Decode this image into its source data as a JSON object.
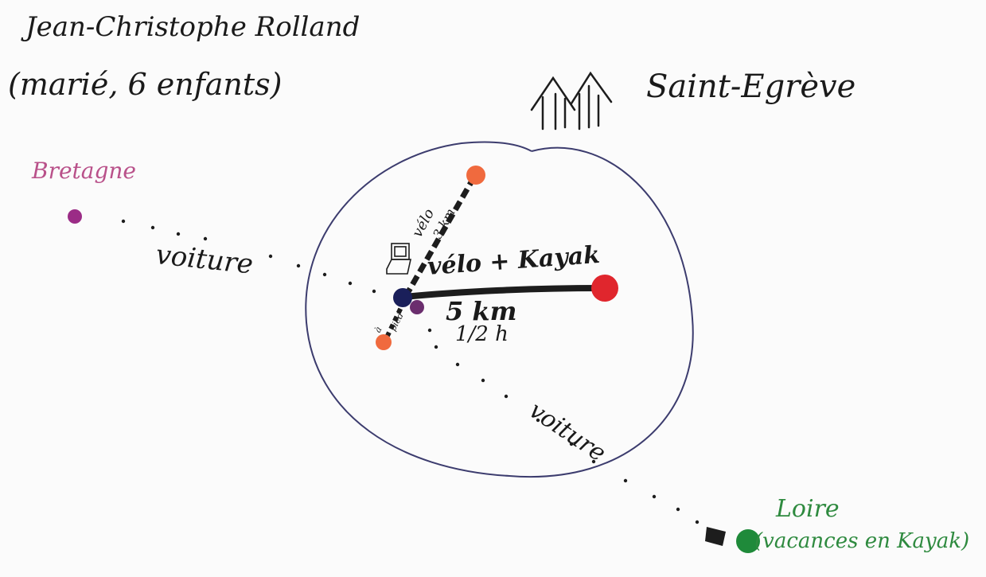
{
  "person": {
    "name": "Jean-Christophe Rolland",
    "info": "(marié, 6 enfants)"
  },
  "places": {
    "main": "Saint-Egrève",
    "bretagne": "Bretagne",
    "loire": "Loire",
    "loire_note": "(vacances en Kayak)"
  },
  "links": {
    "car_bretagne": "voiture",
    "car_loire": "voiture",
    "velo_kayak": "vélo + Kayak",
    "distance": "5 km",
    "duration": "1/2 h",
    "velo_small": "vélo",
    "velo_small_dist": "3 km",
    "tiny_label_1": "à",
    "tiny_label_2": "pied"
  },
  "colors": {
    "ink": "#1d1d1d",
    "circle": "#3c3c6e",
    "bretagne": "#b9518a",
    "bretagne_dot": "#9b2c86",
    "loire": "#2e8a3f",
    "loire_dot": "#1f8a3a",
    "orange_dot": "#f06a3e",
    "red_dot": "#e0262d",
    "home_dot": "#1a1f5a",
    "purple_dot": "#6b2e6e"
  },
  "icons": {
    "house": "houses-icon",
    "computer": "computer-icon"
  }
}
